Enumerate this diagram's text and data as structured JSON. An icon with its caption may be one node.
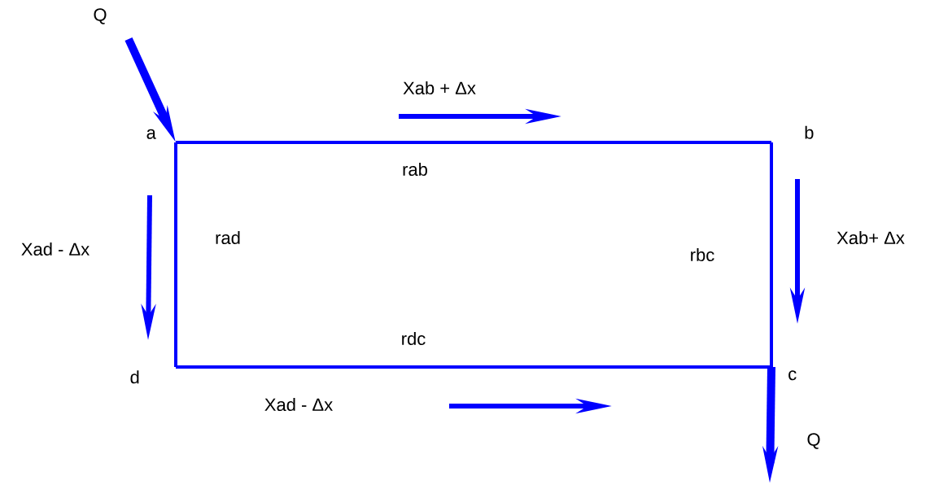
{
  "diagram": {
    "nodes": [
      {
        "text": [
          "a"
        ]
      },
      {
        "text": [
          "b"
        ]
      },
      {
        "text": [
          "c"
        ]
      },
      {
        "text": [
          "d"
        ]
      }
    ],
    "edges": [
      {
        "from": 0,
        "to": 1,
        "arrow": "none",
        "label": "rab"
      },
      {
        "from": 1,
        "to": 2,
        "arrow": "none",
        "label": "rbc"
      },
      {
        "from": 3,
        "to": 2,
        "arrow": "none",
        "label": "rdc"
      },
      {
        "from": 0,
        "to": 3,
        "arrow": "none",
        "label": "rad"
      },
      {
        "from": null,
        "to": 0,
        "arrow": "to",
        "style": "thick"
      },
      {
        "from": 2,
        "to": null,
        "arrow": "to",
        "style": "thick"
      }
    ],
    "labels": [
      "Q",
      "Xab +  Δx",
      "Xad -  Δx",
      "Xab+  Δx",
      "Xad -  Δx",
      "Q"
    ]
  }
}
